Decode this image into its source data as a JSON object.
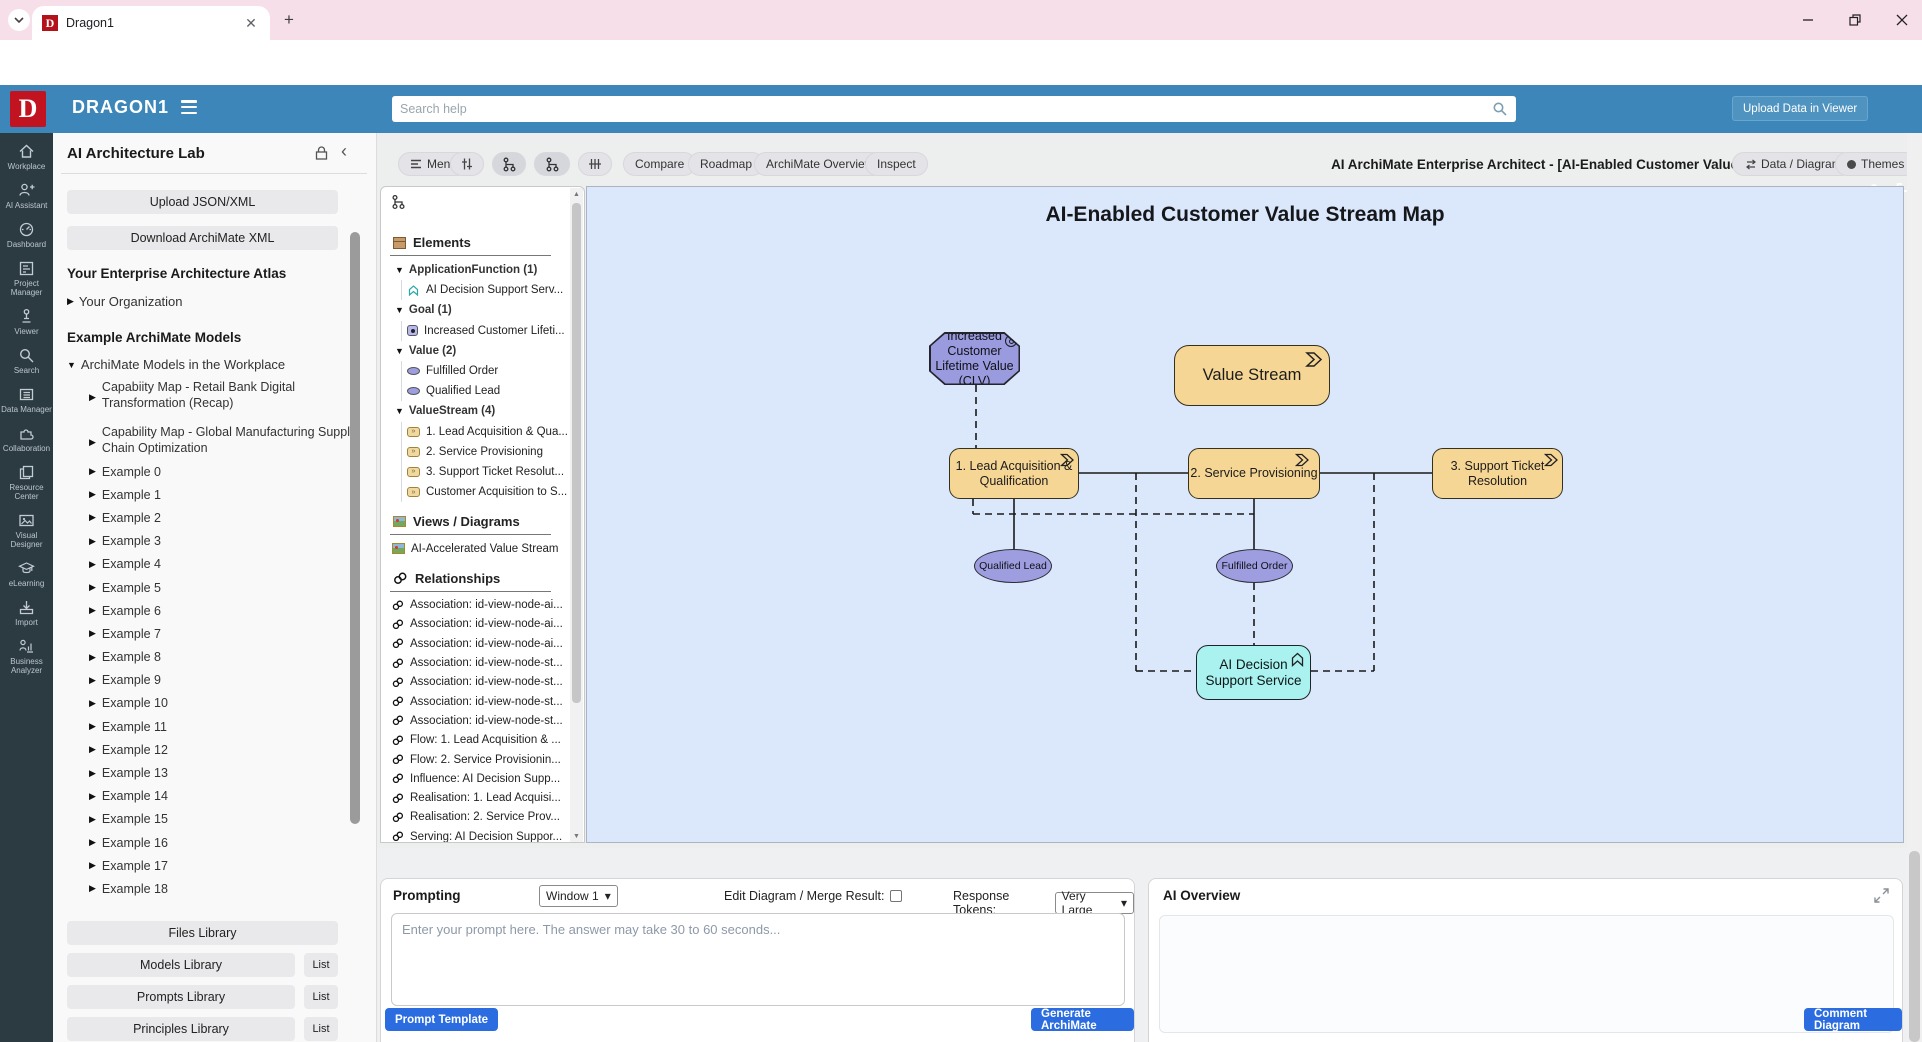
{
  "browser": {
    "tab_title": "Dragon1",
    "favicon_letter": "D",
    "url": "dragon1.com/ai/archimate?f=/downloads/dragon1-ai-archimate-ai-enabled-value-stream-map.xml"
  },
  "header": {
    "brand": "DRAGON1",
    "search_placeholder": "Search help",
    "upload_button": "Upload Data in Viewer"
  },
  "rail": {
    "items": [
      "Workplace",
      "AI Assistant",
      "Dashboard",
      "Project Manager",
      "Viewer",
      "Search",
      "Data Manager",
      "Collaboration",
      "Resource Center",
      "Visual Designer",
      "eLearning",
      "Import",
      "Business Analyzer"
    ]
  },
  "sidebar": {
    "title": "AI Architecture Lab",
    "upload_button": "Upload JSON/XML",
    "download_button": "Download ArchiMate XML",
    "atlas_heading": "Your Enterprise Architecture Atlas",
    "your_organization": "Your Organization",
    "examples_heading": "Example ArchiMate Models",
    "workplace_group": "ArchiMate Models in the Workplace",
    "capability_items": [
      "Capabiity Map - Retail Bank Digital Transformation (Recap)",
      "Capability Map - Global Manufacturing Supply Chain Optimization"
    ],
    "examples": [
      "Example 0",
      "Example 1",
      "Example 2",
      "Example 3",
      "Example 4",
      "Example 5",
      "Example 6",
      "Example 7",
      "Example 8",
      "Example 9",
      "Example 10",
      "Example 11",
      "Example 12",
      "Example 13",
      "Example 14",
      "Example 15",
      "Example 16",
      "Example 17",
      "Example 18"
    ],
    "libraries": [
      {
        "label": "Files Library",
        "list": ""
      },
      {
        "label": "Models Library",
        "list": "List"
      },
      {
        "label": "Prompts Library",
        "list": "List"
      },
      {
        "label": "Principles Library",
        "list": "List"
      }
    ]
  },
  "explorer": {
    "elements_header": "Elements",
    "groups": [
      {
        "label": "ApplicationFunction (1)",
        "items": [
          "AI Decision Support Serv..."
        ]
      },
      {
        "label": "Goal (1)",
        "items": [
          "Increased Customer Lifeti..."
        ]
      },
      {
        "label": "Value (2)",
        "items": [
          "Fulfilled Order",
          "Qualified Lead"
        ]
      },
      {
        "label": "ValueStream (4)",
        "items": [
          "1. Lead Acquisition & Qua...",
          "2. Service Provisioning",
          "3. Support Ticket Resolut...",
          "Customer Acquisition to S..."
        ]
      }
    ],
    "views_header": "Views / Diagrams",
    "views": [
      "AI-Accelerated Value Stream"
    ],
    "relationships_header": "Relationships",
    "relationships": [
      "Association: id-view-node-ai...",
      "Association: id-view-node-ai...",
      "Association: id-view-node-ai...",
      "Association: id-view-node-st...",
      "Association: id-view-node-st...",
      "Association: id-view-node-st...",
      "Association: id-view-node-st...",
      "Flow: 1. Lead Acquisition & ...",
      "Flow: 2. Service Provisionin...",
      "Influence: AI Decision Supp...",
      "Realisation: 1. Lead Acquisi...",
      "Realisation: 2. Service Prov...",
      "Serving: AI Decision Suppor..."
    ]
  },
  "toolbar": {
    "menu": "Menu",
    "compare": "Compare",
    "roadmap": "Roadmap",
    "archimate_overview": "ArchiMate Overview",
    "inspect": "Inspect",
    "title": "AI ArchiMate Enterprise Architect - [AI-Enabled Customer Value Stream Map]",
    "data_diagram": "Data / Diagram",
    "themes": "Themes"
  },
  "diagram": {
    "title": "AI-Enabled Customer Value Stream Map",
    "nodes": {
      "goal": "Increased Customer Lifetime Value (CLV)",
      "value_stream": "Value Stream",
      "vs1": "1. Lead Acquisition & Qualification",
      "vs2": "2. Service Provisioning",
      "vs3": "3. Support Ticket Resolution",
      "qualified_lead": "Qualified Lead",
      "fulfilled_order": "Fulfilled Order",
      "ai_service": "AI Decision Support Service"
    },
    "colors": {
      "canvas": "#dbe7fb",
      "value_stream_fill": "#f6d694",
      "goal_fill": "#9a9ade",
      "value_fill": "#9d9de0",
      "function_fill": "#a9f2ef",
      "header_blue": "#3c86ba",
      "accent_blue": "#2b6de0"
    }
  },
  "prompting": {
    "title": "Prompting",
    "window_select": "Window 1",
    "edit_merge_label": "Edit Diagram / Merge Result:",
    "response_tokens_label": "Response Tokens:",
    "response_tokens_value": "Very Large",
    "placeholder": "Enter your prompt here. The answer may take 30 to 60 seconds...",
    "prompt_template_button": "Prompt Template",
    "generate_button": "Generate ArchiMate"
  },
  "ai_overview": {
    "title": "AI Overview",
    "comment_button": "Comment Diagram"
  }
}
